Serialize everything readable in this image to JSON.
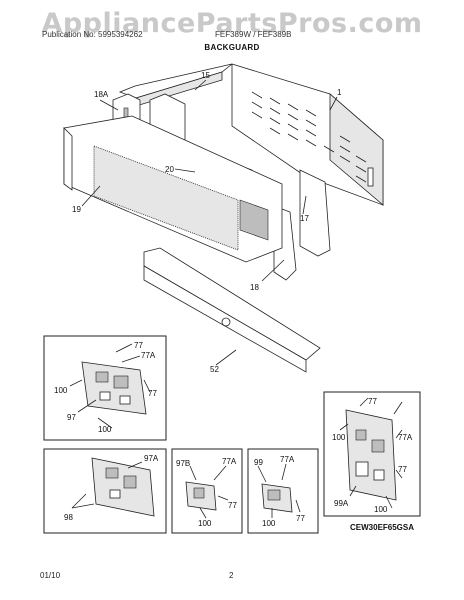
{
  "watermark": "AppliancePartsPros.com",
  "header": {
    "left": "Publication No: 5995394262",
    "right": "FEF389W / FEF389B"
  },
  "title": "BACKGUARD",
  "labels": {
    "p1": "1",
    "p15": "15",
    "p18a": "18A",
    "p19": "19",
    "p20": "20",
    "p17": "17",
    "p18": "18",
    "p52": "52",
    "b1_77": "77",
    "b1_77a": "77A",
    "b1_100a": "100",
    "b1_77b": "77",
    "b1_97": "97",
    "b1_100b": "100",
    "b2_97a": "97A",
    "b2_98": "98",
    "b3_97b": "97B",
    "b3_77a": "77A",
    "b3_77": "77",
    "b3_100": "100",
    "b4_99": "99",
    "b4_77a": "77A",
    "b4_100": "100",
    "b4_77": "77",
    "b5_77": "77",
    "b5_100a": "100",
    "b5_77a": "77A",
    "b5_77b": "77",
    "b5_99a": "99A",
    "b5_100b": "100",
    "model_code": "CEW30EF65GSA"
  },
  "footer": {
    "date": "01/10",
    "page": "2"
  }
}
